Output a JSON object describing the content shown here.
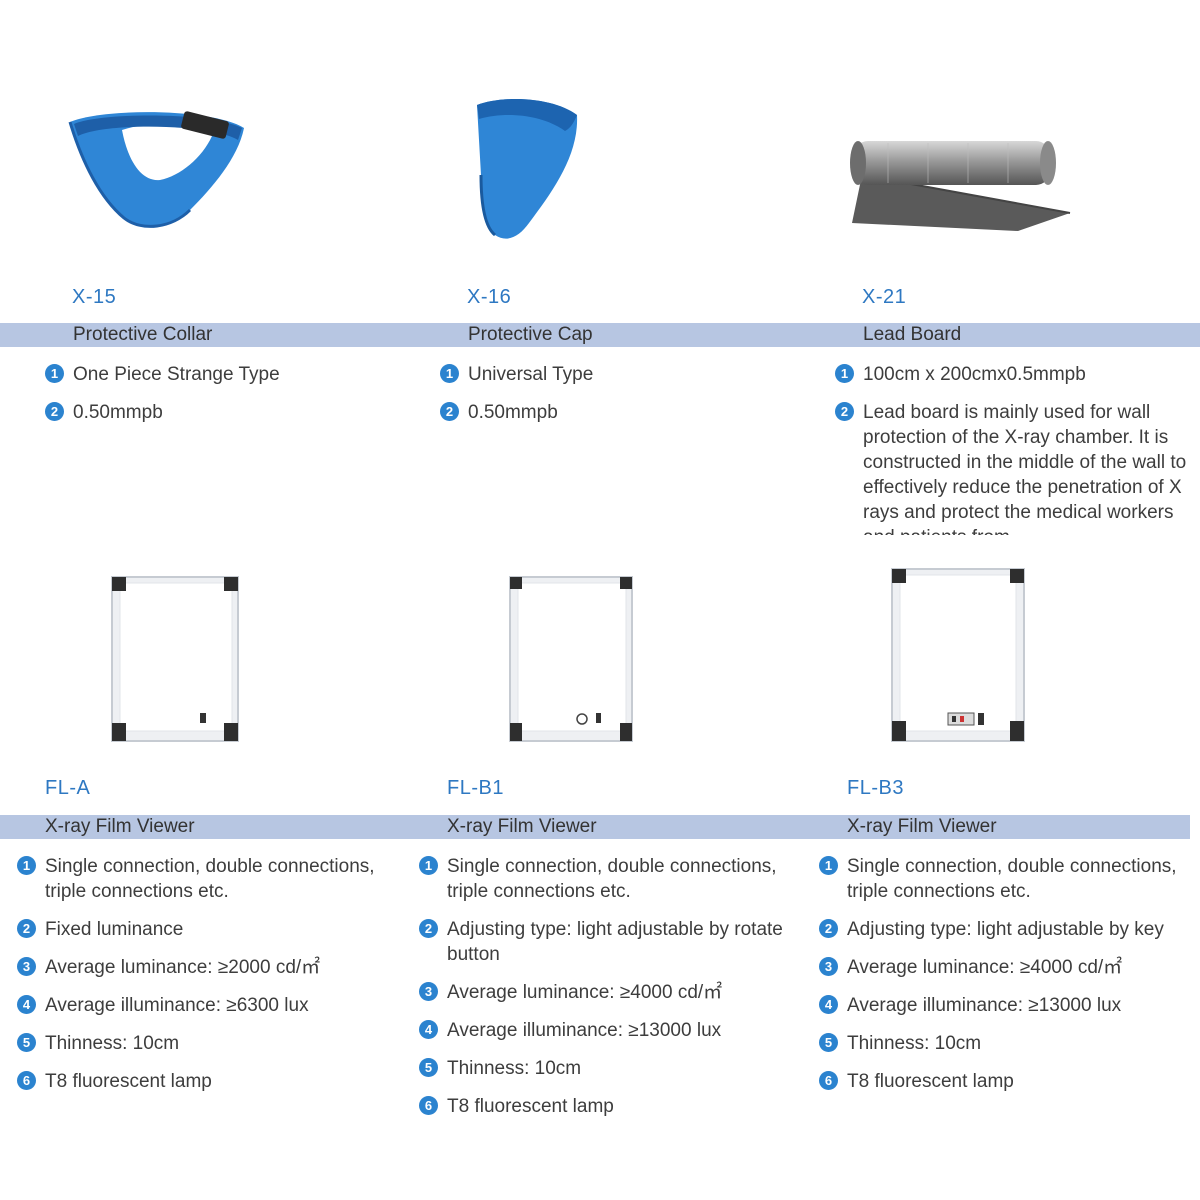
{
  "top_products": [
    {
      "code": "X-15",
      "name": "Protective Collar",
      "features": [
        "One Piece Strange Type",
        "0.50mmpb"
      ],
      "image_icon": "protective-collar-image"
    },
    {
      "code": "X-16",
      "name": "Protective Cap",
      "features": [
        "Universal Type",
        "0.50mmpb"
      ],
      "image_icon": "protective-cap-image"
    },
    {
      "code": "X-21",
      "name": "Lead Board",
      "features": [
        "100cm x 200cmx0.5mmpb",
        "Lead board is mainly used for wall protection of the X-ray chamber. It is constructed in the middle of the wall to effectively reduce the penetration of X rays and protect the medical workers and patients from"
      ],
      "image_icon": "lead-board-roll-image"
    }
  ],
  "bottom_products": [
    {
      "code": "FL-A",
      "name": "X-ray Film Viewer",
      "features": [
        "Single connection, double connections, triple connections etc.",
        "Fixed luminance",
        "Average luminance: ≥2000 cd/㎡",
        "Average illuminance: ≥6300 lux",
        "Thinness: 10cm",
        "T8 fluorescent lamp"
      ],
      "image_icon": "film-viewer-image"
    },
    {
      "code": "FL-B1",
      "name": "X-ray Film Viewer",
      "features": [
        "Single connection, double connections, triple connections etc.",
        "Adjusting type: light adjustable by rotate button",
        "Average luminance: ≥4000 cd/㎡",
        "Average illuminance: ≥13000 lux",
        "Thinness: 10cm",
        "T8 fluorescent lamp"
      ],
      "image_icon": "film-viewer-rotary-image"
    },
    {
      "code": "FL-B3",
      "name": "X-ray Film Viewer",
      "features": [
        "Single connection, double connections, triple connections etc.",
        "Adjusting type: light adjustable by key",
        "Average luminance: ≥4000 cd/㎡",
        "Average illuminance: ≥13000 lux",
        "Thinness: 10cm",
        "T8 fluorescent lamp"
      ],
      "image_icon": "film-viewer-keypad-image"
    }
  ],
  "markers": [
    "1",
    "2",
    "3",
    "4",
    "5",
    "6"
  ],
  "colors": {
    "accent": "#2e78c2",
    "band": "#b7c6e2",
    "marker": "#2b83cf",
    "collar": "#2f86d6"
  }
}
